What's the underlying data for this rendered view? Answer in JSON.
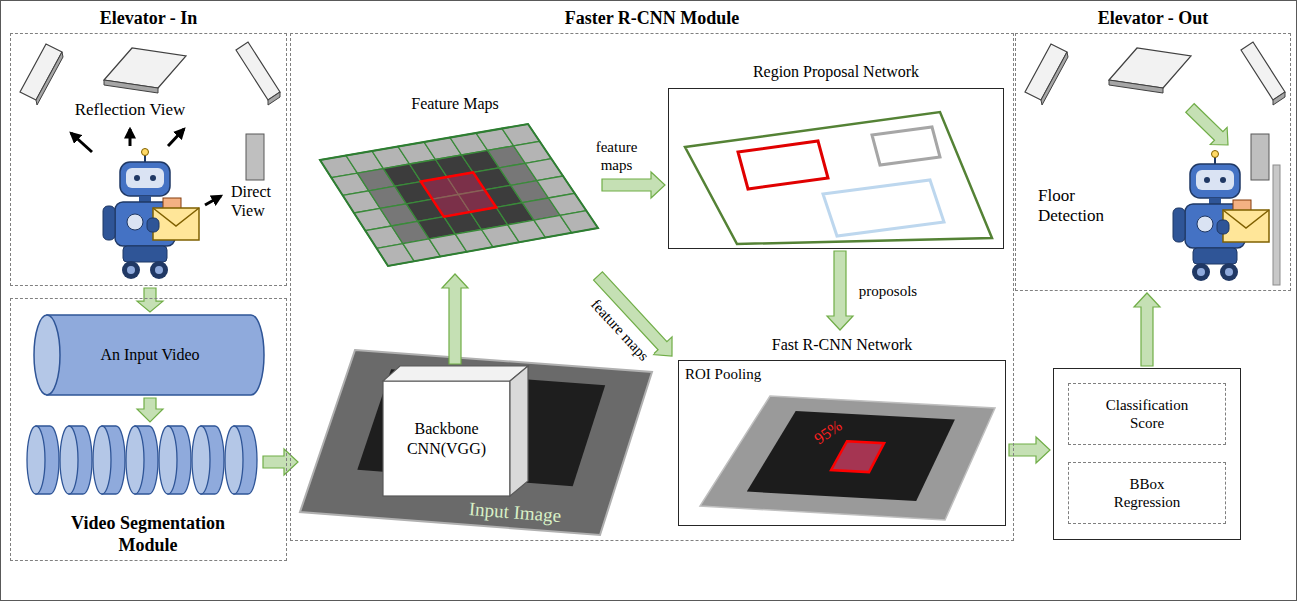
{
  "diagram": {
    "nodes": [
      {
        "text": [
          "Elevator - In"
        ]
      },
      {
        "text": [
          "Video Segmentation Module"
        ]
      },
      {
        "text": [
          "An Input Video"
        ],
        "in": 1
      },
      {
        "text": [
          "Faster R-CNN Module"
        ]
      },
      {
        "text": [
          "Feature Maps"
        ],
        "in": 3
      },
      {
        "text": [
          "Region Proposal Network"
        ],
        "in": 3
      },
      {
        "text": [
          "Backbone CNN(VGG)"
        ],
        "in": 3
      },
      {
        "text": [
          "Fast R-CNN Network",
          "ROI Pooling"
        ],
        "in": 3
      },
      {
        "text": []
      },
      {
        "text": [
          "Classification Score"
        ],
        "in": 8
      },
      {
        "text": [
          "BBox Regression"
        ],
        "in": 8
      },
      {
        "text": [
          "Elevator - Out",
          "Floor Detection"
        ]
      }
    ],
    "edges": [
      {
        "from": 0,
        "to": 2,
        "arrow": "to"
      },
      {
        "from": 1,
        "to": 3,
        "arrow": "to"
      },
      {
        "from": 4,
        "to": 5,
        "label": "feature maps",
        "arrow": "to"
      },
      {
        "from": 4,
        "to": 7,
        "label": "feature maps",
        "arrow": "to"
      },
      {
        "from": 5,
        "to": 7,
        "label": "proposols",
        "arrow": "to"
      },
      {
        "from": 6,
        "to": 4,
        "arrow": "to"
      },
      {
        "from": 7,
        "to": 8,
        "arrow": "to"
      },
      {
        "from": 8,
        "to": 11,
        "arrow": "to"
      }
    ],
    "labels": [
      "Reflection View",
      "Direct View",
      "Input Image",
      "95%"
    ]
  }
}
